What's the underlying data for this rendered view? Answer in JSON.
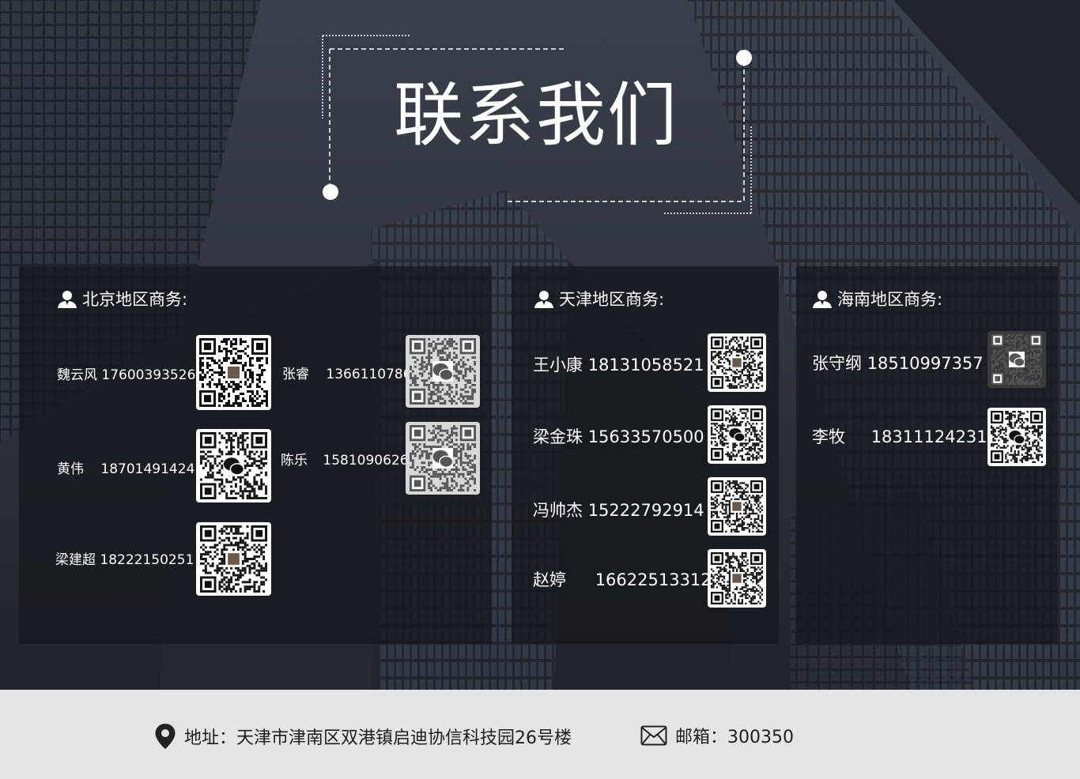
{
  "title": "联系我们",
  "regions": [
    {
      "heading": "北京地区商务:",
      "contacts": [
        {
          "name": "魏云风",
          "phone": "17600393526"
        },
        {
          "name": "黄伟",
          "phone": "18701491424"
        },
        {
          "name": "梁建超",
          "phone": "18222150251"
        },
        {
          "name": "张睿",
          "phone": "13661107868"
        },
        {
          "name": "陈乐",
          "phone": "15810906266"
        }
      ]
    },
    {
      "heading": "天津地区商务:",
      "contacts": [
        {
          "name": "王小康",
          "phone": "18131058521"
        },
        {
          "name": "梁金珠",
          "phone": "15633570500"
        },
        {
          "name": "冯帅杰",
          "phone": "15222792914"
        },
        {
          "name": "赵婷",
          "phone": "16622513312"
        }
      ]
    },
    {
      "heading": "海南地区商务:",
      "contacts": [
        {
          "name": "张守纲",
          "phone": "18510997357"
        },
        {
          "name": "李牧",
          "phone": "18311124231"
        }
      ]
    }
  ],
  "footer": {
    "address": "地址：天津市津南区双港镇启迪协信科技园26号楼",
    "email": "邮箱：300350"
  },
  "icons": {
    "person": "person-icon",
    "location": "location-pin-icon",
    "mail": "mail-icon",
    "qr": "qr-code-icon",
    "wechat": "wechat-icon"
  },
  "colors": {
    "panel": "#16181e",
    "footer": "#e4e5e7",
    "text": "#ffffff"
  }
}
